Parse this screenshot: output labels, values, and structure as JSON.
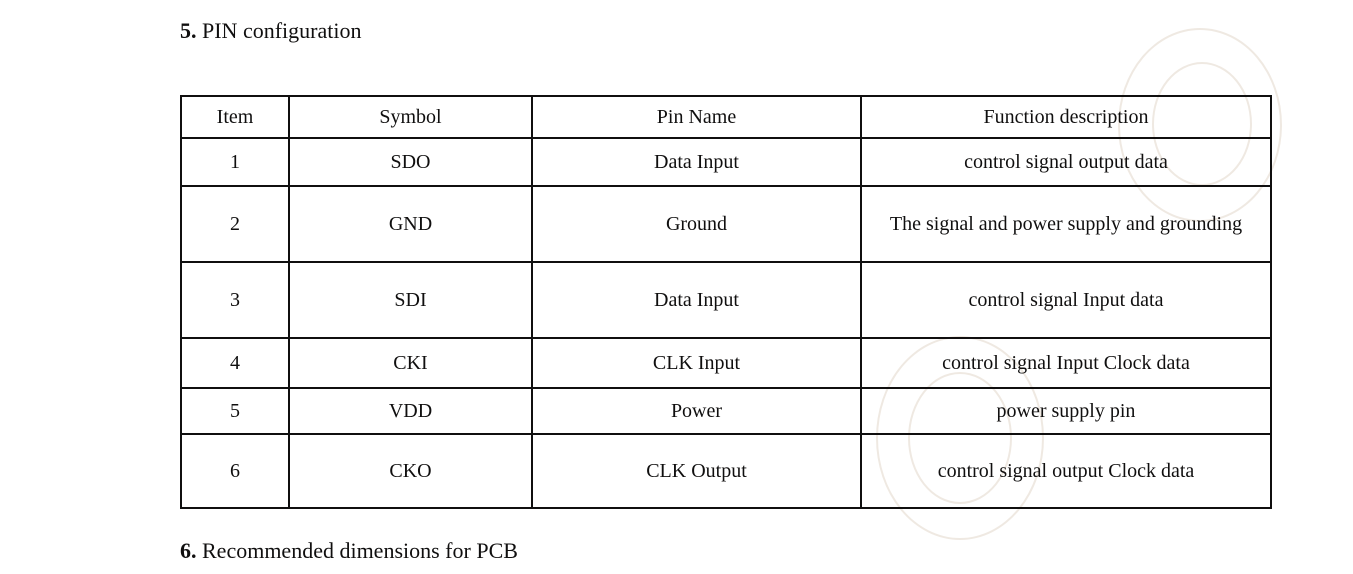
{
  "sections": {
    "pin_configuration": {
      "number": "5.",
      "title": "PIN configuration"
    },
    "pcb_dimensions": {
      "number": "6.",
      "title": "Recommended dimensions for PCB"
    }
  },
  "pin_table": {
    "headers": {
      "item": "Item",
      "symbol": "Symbol",
      "pin_name": "Pin Name",
      "function": "Function description"
    },
    "rows": [
      {
        "item": "1",
        "symbol": "SDO",
        "pin_name": "Data Input",
        "function": "control signal output data"
      },
      {
        "item": "2",
        "symbol": "GND",
        "pin_name": "Ground",
        "function": "The signal and power supply and grounding"
      },
      {
        "item": "3",
        "symbol": "SDI",
        "pin_name": "Data Input",
        "function": "control signal Input data"
      },
      {
        "item": "4",
        "symbol": "CKI",
        "pin_name": "CLK Input",
        "function": "control signal Input Clock data"
      },
      {
        "item": "5",
        "symbol": "VDD",
        "pin_name": "Power",
        "function": "power supply pin"
      },
      {
        "item": "6",
        "symbol": "CKO",
        "pin_name": "CLK Output",
        "function": "control signal output Clock data"
      }
    ]
  },
  "colors": {
    "text": "#100f0f",
    "border": "#100f0f",
    "background": "#ffffff",
    "watermark": "#c9b7a0"
  }
}
